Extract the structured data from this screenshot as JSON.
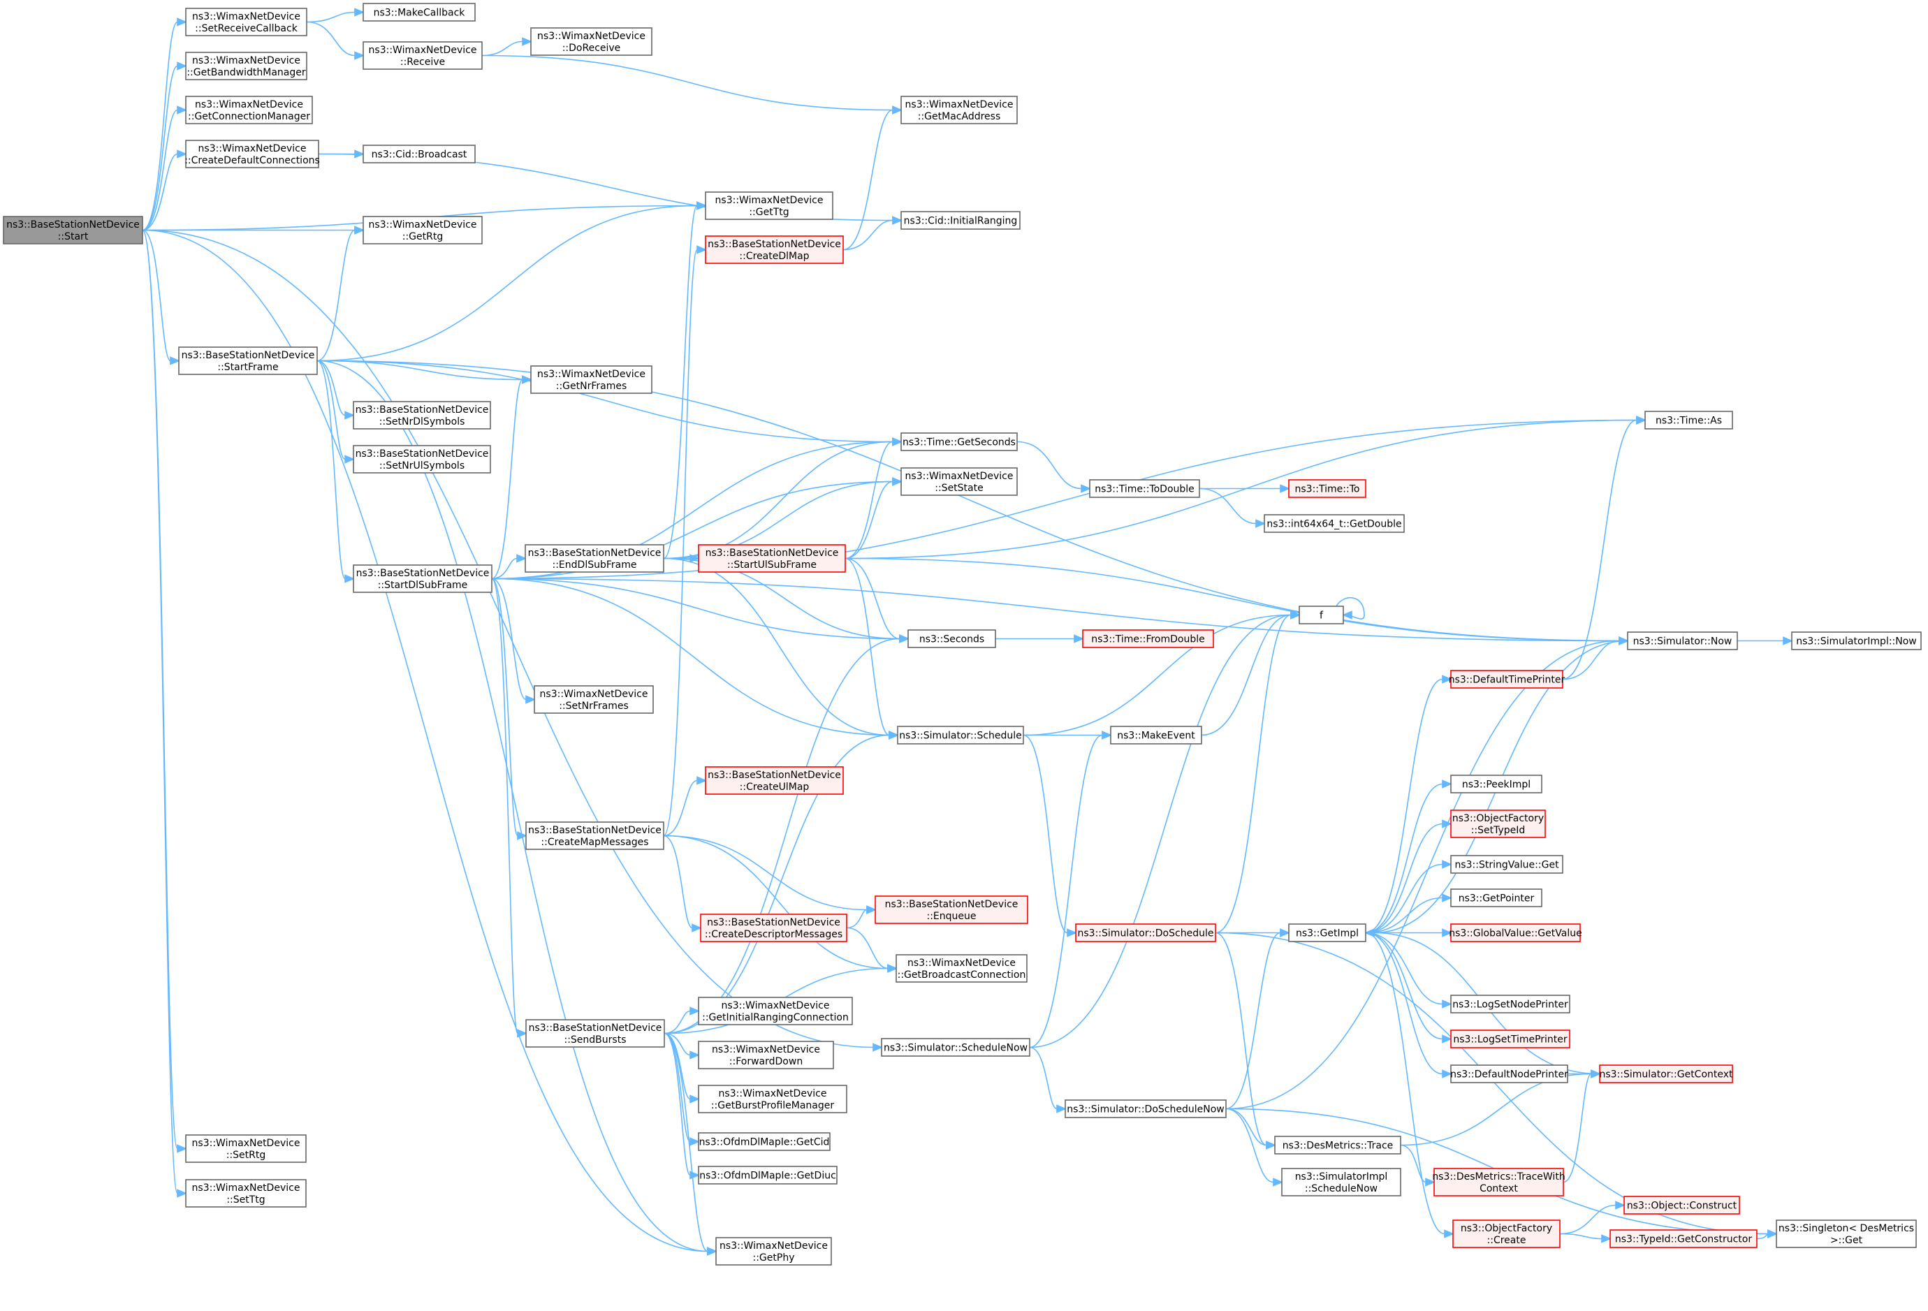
{
  "diagram": {
    "nodes": [
      {
        "id": "start",
        "lines": [
          "ns3::BaseStationNetDevice",
          "::Start"
        ],
        "style": "root"
      },
      {
        "id": "setRecvCb",
        "lines": [
          "ns3::WimaxNetDevice",
          "::SetReceiveCallback"
        ],
        "style": "normal"
      },
      {
        "id": "getBwMgr",
        "lines": [
          "ns3::WimaxNetDevice",
          "::GetBandwidthManager"
        ],
        "style": "normal"
      },
      {
        "id": "getConnMgr",
        "lines": [
          "ns3::WimaxNetDevice",
          "::GetConnectionManager"
        ],
        "style": "normal"
      },
      {
        "id": "createDefConn",
        "lines": [
          "ns3::WimaxNetDevice",
          "::CreateDefaultConnections"
        ],
        "style": "normal"
      },
      {
        "id": "getRtg",
        "lines": [
          "ns3::WimaxNetDevice",
          "::GetRtg"
        ],
        "style": "normal"
      },
      {
        "id": "startFrame",
        "lines": [
          "ns3::BaseStationNetDevice",
          "::StartFrame"
        ],
        "style": "normal"
      },
      {
        "id": "setRtg",
        "lines": [
          "ns3::WimaxNetDevice",
          "::SetRtg"
        ],
        "style": "normal"
      },
      {
        "id": "setTtg",
        "lines": [
          "ns3::WimaxNetDevice",
          "::SetTtg"
        ],
        "style": "normal"
      },
      {
        "id": "makeCallback",
        "lines": [
          "ns3::MakeCallback"
        ],
        "style": "normal"
      },
      {
        "id": "receive",
        "lines": [
          "ns3::WimaxNetDevice",
          "::Receive"
        ],
        "style": "normal"
      },
      {
        "id": "doReceive",
        "lines": [
          "ns3::WimaxNetDevice",
          "::DoReceive"
        ],
        "style": "normal"
      },
      {
        "id": "getMacAddr",
        "lines": [
          "ns3::WimaxNetDevice",
          "::GetMacAddress"
        ],
        "style": "normal"
      },
      {
        "id": "cidBroadcast",
        "lines": [
          "ns3::Cid::Broadcast"
        ],
        "style": "normal"
      },
      {
        "id": "getTtg",
        "lines": [
          "ns3::WimaxNetDevice",
          "::GetTtg"
        ],
        "style": "normal"
      },
      {
        "id": "createDlMap",
        "lines": [
          "ns3::BaseStationNetDevice",
          "::CreateDlMap"
        ],
        "style": "red"
      },
      {
        "id": "cidInitRanging",
        "lines": [
          "ns3::Cid::InitialRanging"
        ],
        "style": "normal"
      },
      {
        "id": "getNrFrames",
        "lines": [
          "ns3::WimaxNetDevice",
          "::GetNrFrames"
        ],
        "style": "normal"
      },
      {
        "id": "setNrDlSym",
        "lines": [
          "ns3::BaseStationNetDevice",
          "::SetNrDlSymbols"
        ],
        "style": "normal"
      },
      {
        "id": "setNrUlSym",
        "lines": [
          "ns3::BaseStationNetDevice",
          "::SetNrUlSymbols"
        ],
        "style": "normal"
      },
      {
        "id": "startDlSub",
        "lines": [
          "ns3::BaseStationNetDevice",
          "::StartDlSubFrame"
        ],
        "style": "normal"
      },
      {
        "id": "timeGetSec",
        "lines": [
          "ns3::Time::GetSeconds"
        ],
        "style": "normal"
      },
      {
        "id": "setState",
        "lines": [
          "ns3::WimaxNetDevice",
          "::SetState"
        ],
        "style": "normal"
      },
      {
        "id": "endDlSub",
        "lines": [
          "ns3::BaseStationNetDevice",
          "::EndDlSubFrame"
        ],
        "style": "normal"
      },
      {
        "id": "startUlSub",
        "lines": [
          "ns3::BaseStationNetDevice",
          "::StartUlSubFrame"
        ],
        "style": "red"
      },
      {
        "id": "timeToDouble",
        "lines": [
          "ns3::Time::ToDouble"
        ],
        "style": "normal"
      },
      {
        "id": "timeTo",
        "lines": [
          "ns3::Time::To"
        ],
        "style": "red"
      },
      {
        "id": "int64GetDouble",
        "lines": [
          "ns3::int64x64_t::GetDouble"
        ],
        "style": "normal"
      },
      {
        "id": "timeAs",
        "lines": [
          "ns3::Time::As"
        ],
        "style": "normal"
      },
      {
        "id": "seconds",
        "lines": [
          "ns3::Seconds"
        ],
        "style": "normal"
      },
      {
        "id": "timeFromDouble",
        "lines": [
          "ns3::Time::FromDouble"
        ],
        "style": "red"
      },
      {
        "id": "setNrFrames",
        "lines": [
          "ns3::WimaxNetDevice",
          "::SetNrFrames"
        ],
        "style": "normal"
      },
      {
        "id": "f",
        "lines": [
          "f"
        ],
        "style": "normal"
      },
      {
        "id": "simNow",
        "lines": [
          "ns3::Simulator::Now"
        ],
        "style": "normal"
      },
      {
        "id": "simImplNow",
        "lines": [
          "ns3::SimulatorImpl::Now"
        ],
        "style": "normal"
      },
      {
        "id": "defTimePrinter",
        "lines": [
          "ns3::DefaultTimePrinter"
        ],
        "style": "red"
      },
      {
        "id": "simSchedule",
        "lines": [
          "ns3::Simulator::Schedule"
        ],
        "style": "normal"
      },
      {
        "id": "makeEvent",
        "lines": [
          "ns3::MakeEvent"
        ],
        "style": "normal"
      },
      {
        "id": "createUlMap",
        "lines": [
          "ns3::BaseStationNetDevice",
          "::CreateUlMap"
        ],
        "style": "red"
      },
      {
        "id": "createMapMsgs",
        "lines": [
          "ns3::BaseStationNetDevice",
          "::CreateMapMessages"
        ],
        "style": "normal"
      },
      {
        "id": "enqueue",
        "lines": [
          "ns3::BaseStationNetDevice",
          "::Enqueue"
        ],
        "style": "red"
      },
      {
        "id": "createDescMsgs",
        "lines": [
          "ns3::BaseStationNetDevice",
          "::CreateDescriptorMessages"
        ],
        "style": "red"
      },
      {
        "id": "getBcastConn",
        "lines": [
          "ns3::WimaxNetDevice",
          "::GetBroadcastConnection"
        ],
        "style": "normal"
      },
      {
        "id": "simDoSchedule",
        "lines": [
          "ns3::Simulator::DoSchedule"
        ],
        "style": "red"
      },
      {
        "id": "getImpl",
        "lines": [
          "ns3::GetImpl"
        ],
        "style": "normal"
      },
      {
        "id": "peekImpl",
        "lines": [
          "ns3::PeekImpl"
        ],
        "style": "normal"
      },
      {
        "id": "ofSetTypeId",
        "lines": [
          "ns3::ObjectFactory",
          "::SetTypeId"
        ],
        "style": "red"
      },
      {
        "id": "strValGet",
        "lines": [
          "ns3::StringValue::Get"
        ],
        "style": "normal"
      },
      {
        "id": "getPointer",
        "lines": [
          "ns3::GetPointer"
        ],
        "style": "normal"
      },
      {
        "id": "gvGetValue",
        "lines": [
          "ns3::GlobalValue::GetValue"
        ],
        "style": "red"
      },
      {
        "id": "logSetNodePrinter",
        "lines": [
          "ns3::LogSetNodePrinter"
        ],
        "style": "normal"
      },
      {
        "id": "logSetTimePrinter",
        "lines": [
          "ns3::LogSetTimePrinter"
        ],
        "style": "red"
      },
      {
        "id": "defNodePrinter",
        "lines": [
          "ns3::DefaultNodePrinter"
        ],
        "style": "normal"
      },
      {
        "id": "simGetContext",
        "lines": [
          "ns3::Simulator::GetContext"
        ],
        "style": "red"
      },
      {
        "id": "sendBursts",
        "lines": [
          "ns3::BaseStationNetDevice",
          "::SendBursts"
        ],
        "style": "normal"
      },
      {
        "id": "getInitRangConn",
        "lines": [
          "ns3::WimaxNetDevice",
          "::GetInitialRangingConnection"
        ],
        "style": "normal"
      },
      {
        "id": "forwardDown",
        "lines": [
          "ns3::WimaxNetDevice",
          "::ForwardDown"
        ],
        "style": "normal"
      },
      {
        "id": "getBurstProfMgr",
        "lines": [
          "ns3::WimaxNetDevice",
          "::GetBurstProfileManager"
        ],
        "style": "normal"
      },
      {
        "id": "ofdmGetCid",
        "lines": [
          "ns3::OfdmDlMapIe::GetCid"
        ],
        "style": "normal"
      },
      {
        "id": "ofdmGetDiuc",
        "lines": [
          "ns3::OfdmDlMapIe::GetDiuc"
        ],
        "style": "normal"
      },
      {
        "id": "getPhy",
        "lines": [
          "ns3::WimaxNetDevice",
          "::GetPhy"
        ],
        "style": "normal"
      },
      {
        "id": "simScheduleNow",
        "lines": [
          "ns3::Simulator::ScheduleNow"
        ],
        "style": "normal"
      },
      {
        "id": "simDoScheduleNow",
        "lines": [
          "ns3::Simulator::DoScheduleNow"
        ],
        "style": "normal"
      },
      {
        "id": "desTrace",
        "lines": [
          "ns3::DesMetrics::Trace"
        ],
        "style": "normal"
      },
      {
        "id": "simImplScheduleNow",
        "lines": [
          "ns3::SimulatorImpl",
          "::ScheduleNow"
        ],
        "style": "normal"
      },
      {
        "id": "desTraceWithCtx",
        "lines": [
          "ns3::DesMetrics::TraceWith",
          "Context"
        ],
        "style": "red"
      },
      {
        "id": "objConstruct",
        "lines": [
          "ns3::Object::Construct"
        ],
        "style": "red"
      },
      {
        "id": "ofCreate",
        "lines": [
          "ns3::ObjectFactory",
          "::Create"
        ],
        "style": "red"
      },
      {
        "id": "typeIdGetCtor",
        "lines": [
          "ns3::TypeId::GetConstructor"
        ],
        "style": "red"
      },
      {
        "id": "singletonGet",
        "lines": [
          "ns3::Singleton< DesMetrics",
          ">::Get"
        ],
        "style": "normal"
      }
    ],
    "edges": [
      [
        "start",
        "setRecvCb"
      ],
      [
        "start",
        "getBwMgr"
      ],
      [
        "start",
        "getConnMgr"
      ],
      [
        "start",
        "createDefConn"
      ],
      [
        "start",
        "getTtg"
      ],
      [
        "start",
        "getRtg"
      ],
      [
        "start",
        "startFrame"
      ],
      [
        "start",
        "setRtg"
      ],
      [
        "start",
        "setTtg"
      ],
      [
        "start",
        "getPhy"
      ],
      [
        "start",
        "simScheduleNow"
      ],
      [
        "setRecvCb",
        "makeCallback"
      ],
      [
        "setRecvCb",
        "receive"
      ],
      [
        "receive",
        "doReceive"
      ],
      [
        "receive",
        "getMacAddr"
      ],
      [
        "createDefConn",
        "cidBroadcast"
      ],
      [
        "createDefConn",
        "cidInitRanging"
      ],
      [
        "startFrame",
        "getRtg"
      ],
      [
        "startFrame",
        "getTtg"
      ],
      [
        "startFrame",
        "getNrFrames"
      ],
      [
        "startFrame",
        "setNrDlSym"
      ],
      [
        "startFrame",
        "setNrUlSym"
      ],
      [
        "startFrame",
        "startDlSub"
      ],
      [
        "startFrame",
        "timeGetSec"
      ],
      [
        "startFrame",
        "simNow"
      ],
      [
        "startFrame",
        "getPhy"
      ],
      [
        "createDlMap",
        "getMacAddr"
      ],
      [
        "createDlMap",
        "cidInitRanging"
      ],
      [
        "startDlSub",
        "getNrFrames"
      ],
      [
        "startDlSub",
        "timeAs"
      ],
      [
        "startDlSub",
        "timeGetSec"
      ],
      [
        "startDlSub",
        "setState"
      ],
      [
        "startDlSub",
        "endDlSub"
      ],
      [
        "startDlSub",
        "simNow"
      ],
      [
        "startDlSub",
        "seconds"
      ],
      [
        "startDlSub",
        "setNrFrames"
      ],
      [
        "startDlSub",
        "simSchedule"
      ],
      [
        "startDlSub",
        "createMapMsgs"
      ],
      [
        "startDlSub",
        "sendBursts"
      ],
      [
        "endDlSub",
        "getTtg"
      ],
      [
        "endDlSub",
        "timeGetSec"
      ],
      [
        "endDlSub",
        "setState"
      ],
      [
        "endDlSub",
        "startUlSub"
      ],
      [
        "endDlSub",
        "seconds"
      ],
      [
        "endDlSub",
        "simSchedule"
      ],
      [
        "startUlSub",
        "timeAs"
      ],
      [
        "startUlSub",
        "timeGetSec"
      ],
      [
        "startUlSub",
        "setState"
      ],
      [
        "startUlSub",
        "simNow"
      ],
      [
        "startUlSub",
        "seconds"
      ],
      [
        "startUlSub",
        "simSchedule"
      ],
      [
        "timeGetSec",
        "timeToDouble"
      ],
      [
        "timeToDouble",
        "timeTo"
      ],
      [
        "timeToDouble",
        "int64GetDouble"
      ],
      [
        "seconds",
        "timeFromDouble"
      ],
      [
        "simSchedule",
        "f"
      ],
      [
        "simSchedule",
        "makeEvent"
      ],
      [
        "simSchedule",
        "simDoSchedule"
      ],
      [
        "makeEvent",
        "f"
      ],
      [
        "f",
        "f"
      ],
      [
        "simNow",
        "simImplNow"
      ],
      [
        "simNow",
        "getImpl"
      ],
      [
        "defTimePrinter",
        "simNow"
      ],
      [
        "defTimePrinter",
        "timeAs"
      ],
      [
        "createMapMsgs",
        "createDlMap"
      ],
      [
        "createMapMsgs",
        "createUlMap"
      ],
      [
        "createMapMsgs",
        "createDescMsgs"
      ],
      [
        "createMapMsgs",
        "enqueue"
      ],
      [
        "createMapMsgs",
        "getBcastConn"
      ],
      [
        "createDescMsgs",
        "enqueue"
      ],
      [
        "createDescMsgs",
        "getBcastConn"
      ],
      [
        "simDoSchedule",
        "f"
      ],
      [
        "simDoSchedule",
        "getImpl"
      ],
      [
        "simDoSchedule",
        "desTrace"
      ],
      [
        "simDoSchedule",
        "singletonGet"
      ],
      [
        "getImpl",
        "defTimePrinter"
      ],
      [
        "getImpl",
        "peekImpl"
      ],
      [
        "getImpl",
        "ofSetTypeId"
      ],
      [
        "getImpl",
        "strValGet"
      ],
      [
        "getImpl",
        "getPointer"
      ],
      [
        "getImpl",
        "gvGetValue"
      ],
      [
        "getImpl",
        "logSetNodePrinter"
      ],
      [
        "getImpl",
        "logSetTimePrinter"
      ],
      [
        "getImpl",
        "defNodePrinter"
      ],
      [
        "getImpl",
        "ofCreate"
      ],
      [
        "defNodePrinter",
        "simGetContext"
      ],
      [
        "simGetContext",
        "getImpl"
      ],
      [
        "sendBursts",
        "seconds"
      ],
      [
        "sendBursts",
        "simSchedule"
      ],
      [
        "sendBursts",
        "getInitRangConn"
      ],
      [
        "sendBursts",
        "forwardDown"
      ],
      [
        "sendBursts",
        "getBurstProfMgr"
      ],
      [
        "sendBursts",
        "ofdmGetCid"
      ],
      [
        "sendBursts",
        "ofdmGetDiuc"
      ],
      [
        "sendBursts",
        "getPhy"
      ],
      [
        "sendBursts",
        "getBcastConn"
      ],
      [
        "simScheduleNow",
        "makeEvent"
      ],
      [
        "simScheduleNow",
        "f"
      ],
      [
        "simScheduleNow",
        "simDoScheduleNow"
      ],
      [
        "simDoScheduleNow",
        "simNow"
      ],
      [
        "simDoScheduleNow",
        "getImpl"
      ],
      [
        "simDoScheduleNow",
        "desTrace"
      ],
      [
        "simDoScheduleNow",
        "simImplScheduleNow"
      ],
      [
        "simDoScheduleNow",
        "singletonGet"
      ],
      [
        "desTrace",
        "simGetContext"
      ],
      [
        "desTrace",
        "desTraceWithCtx"
      ],
      [
        "desTraceWithCtx",
        "simGetContext"
      ],
      [
        "ofCreate",
        "objConstruct"
      ],
      [
        "ofCreate",
        "typeIdGetCtor"
      ],
      [
        "typeIdGetCtor",
        "singletonGet"
      ]
    ]
  }
}
